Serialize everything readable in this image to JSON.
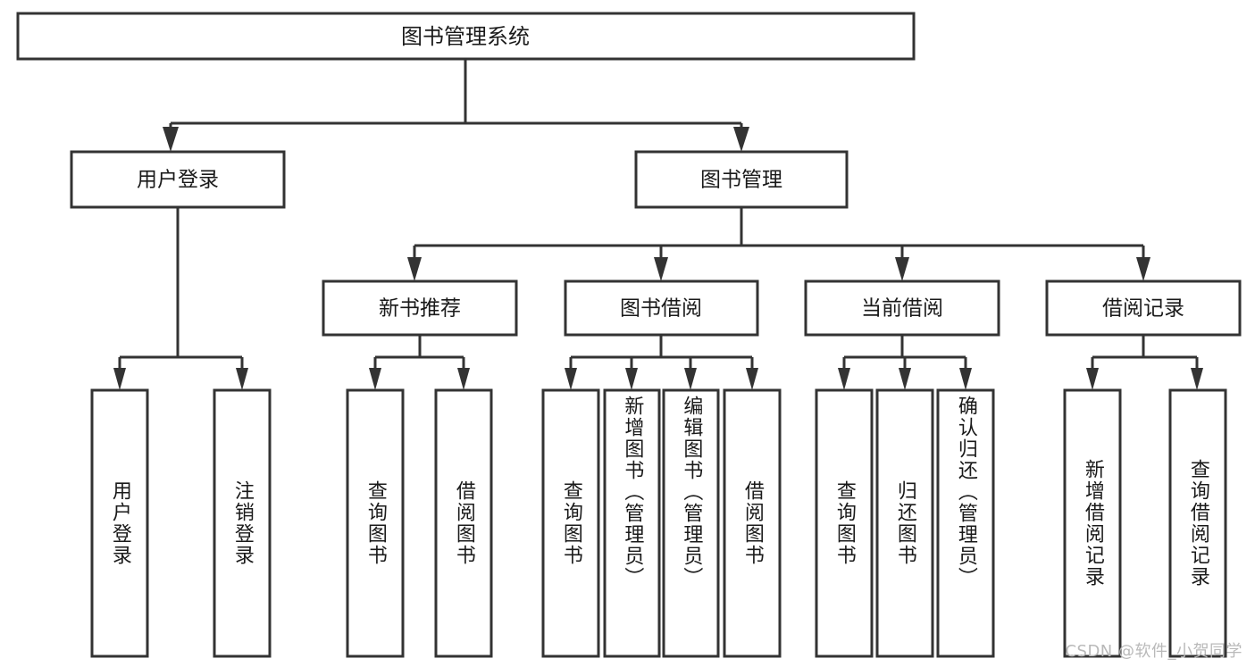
{
  "diagram": {
    "type": "tree-hierarchy",
    "title_node": {
      "label": "图书管理系统"
    },
    "level2": [
      {
        "label": "用户登录"
      },
      {
        "label": "图书管理"
      }
    ],
    "level3": [
      {
        "label": "新书推荐"
      },
      {
        "label": "图书借阅"
      },
      {
        "label": "当前借阅"
      },
      {
        "label": "借阅记录"
      }
    ],
    "leaves": {
      "user_login": [
        {
          "label": "用户登录"
        },
        {
          "label": "注销登录"
        }
      ],
      "new_book_recommend": [
        {
          "label": "查询图书"
        },
        {
          "label": "借阅图书"
        }
      ],
      "book_borrow": [
        {
          "label": "查询图书"
        },
        {
          "label": "新增图书（管理员）"
        },
        {
          "label": "编辑图书（管理员）"
        },
        {
          "label": "借阅图书"
        }
      ],
      "current_borrow": [
        {
          "label": "查询图书"
        },
        {
          "label": "归还图书"
        },
        {
          "label": "确认归还（管理员）"
        }
      ],
      "borrow_records": [
        {
          "label": "新增借阅记录"
        },
        {
          "label": "查询借阅记录"
        }
      ]
    }
  },
  "watermark": {
    "text": "CSDN @软件_小贺同学"
  },
  "colors": {
    "stroke": "#333333",
    "fill": "#ffffff",
    "text": "#1a1a1a",
    "watermark": "#b9b9b9"
  }
}
